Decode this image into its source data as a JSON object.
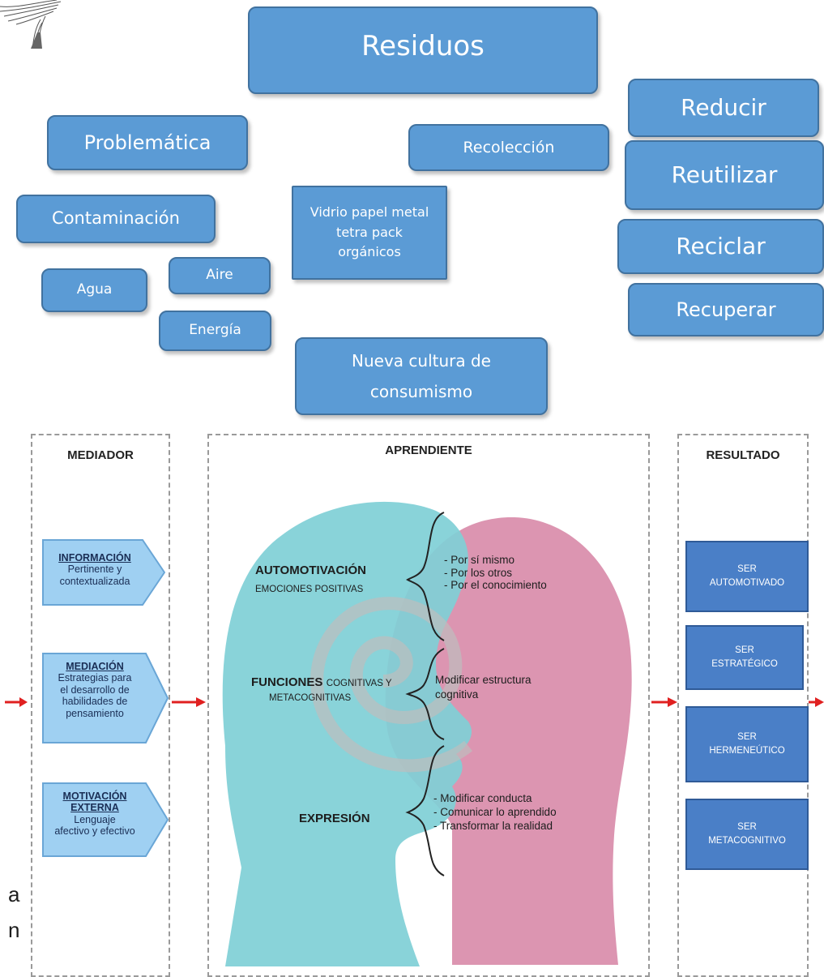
{
  "top": {
    "title": "Residuos",
    "problematica": "Problemática",
    "contaminacion": "Contaminación",
    "agua": "Agua",
    "aire": "Aire",
    "energia": "Energía",
    "vidrio": [
      "Vidrio papel metal",
      "tetra pack",
      "orgánicos"
    ],
    "recoleccion": "Recolección",
    "reducir": "Reducir",
    "reutilizar": "Reutilizar",
    "reciclar": "Reciclar",
    "recuperar": "Recuperar",
    "nueva_cultura": [
      "Nueva cultura de",
      "consumismo"
    ]
  },
  "diagram": {
    "mediador": {
      "title": "MEDIADOR",
      "items": [
        {
          "heading": "INFORMACIÓN",
          "lines": [
            "Pertinente y",
            "contextualizada"
          ]
        },
        {
          "heading": "MEDIACIÓN",
          "lines": [
            "Estrategias para",
            "el desarrollo de",
            "habilidades de",
            "pensamiento"
          ]
        },
        {
          "heading": "MOTIVACIÓN",
          "heading2": "EXTERNA",
          "lines": [
            "Lenguaje",
            "afectivo y efectivo"
          ]
        }
      ]
    },
    "aprendiente": {
      "title": "APRENDIENTE",
      "automotivacion": "AUTOMOTIVACIÓN",
      "emociones": "EMOCIONES POSITIVAS",
      "funciones": "FUNCIONES",
      "cognitivas": "COGNITIVAS Y",
      "metacognitivas": "METACOGNITIVAS",
      "expresion": "EXPRESIÓN",
      "auto_list": [
        "- Por sí mismo",
        "- Por los otros",
        "- Por el conocimiento"
      ],
      "func_list": [
        "Modificar estructura",
        "cognitiva"
      ],
      "expr_list": [
        "- Modificar  conducta",
        "- Comunicar  lo aprendido",
        "- Transformar  la realidad"
      ]
    },
    "resultado": {
      "title": "RESULTADO",
      "items": [
        [
          "SER",
          "AUTOMOTIVADO"
        ],
        [
          "SER",
          "ESTRATÉGICO"
        ],
        [
          "SER",
          "HERMENEÚTICO"
        ],
        [
          "SER",
          "METACOGNITIVO"
        ]
      ]
    }
  },
  "fragments": {
    "a": "a",
    "n": "n"
  },
  "colors": {
    "box_fill": "#5b9bd5",
    "result_fill": "#4a7fc7",
    "arrow": "#e02020",
    "head_cyan": "#7fd0d6",
    "head_pink": "#d98aa8"
  }
}
